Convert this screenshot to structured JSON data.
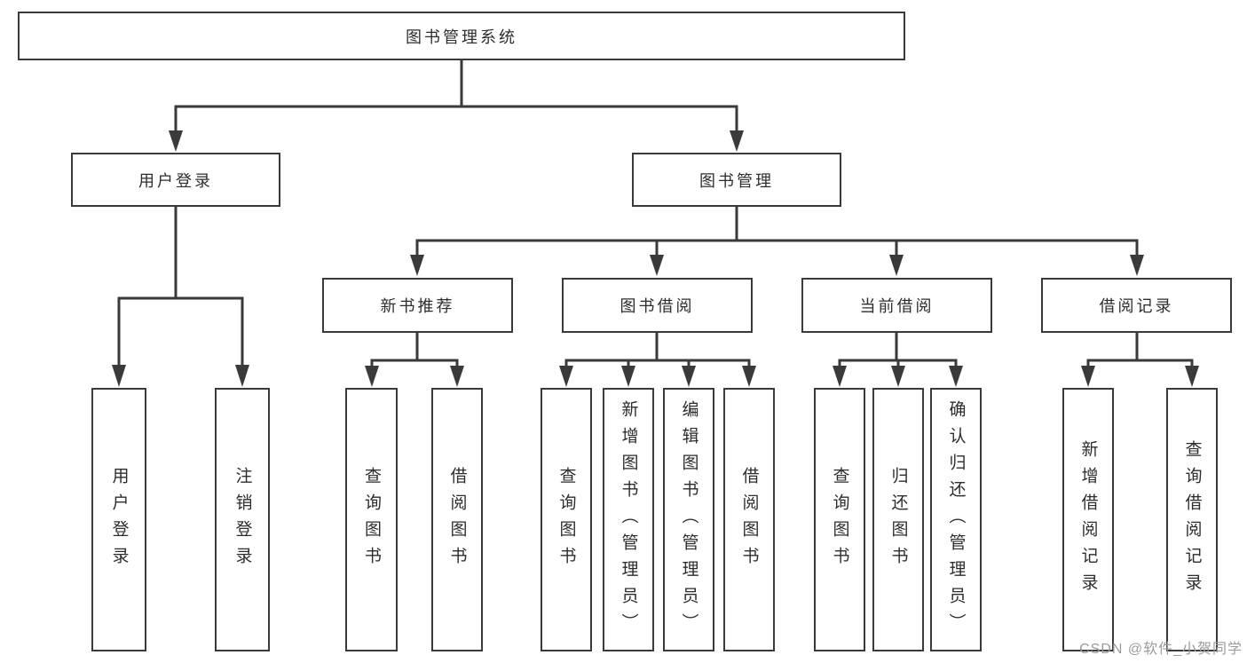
{
  "colors": {
    "background": "#ffffff",
    "line": "#3a3a3a",
    "box_border": "#3a3a3a",
    "text": "#2d2d2d",
    "watermark": "#9b9b9b"
  },
  "watermark": {
    "text": "CSDN @软件_小贺同学"
  },
  "tree": {
    "label": "图书管理系统",
    "children": [
      {
        "label": "用户登录",
        "children": [
          {
            "label": "用户登录"
          },
          {
            "label": "注销登录"
          }
        ]
      },
      {
        "label": "图书管理",
        "children": [
          {
            "label": "新书推荐",
            "children": [
              {
                "label": "查询图书"
              },
              {
                "label": "借阅图书"
              }
            ]
          },
          {
            "label": "图书借阅",
            "children": [
              {
                "label": "查询图书"
              },
              {
                "label": "新增图书（管理员）"
              },
              {
                "label": "编辑图书（管理员）"
              },
              {
                "label": "借阅图书"
              }
            ]
          },
          {
            "label": "当前借阅",
            "children": [
              {
                "label": "查询图书"
              },
              {
                "label": "归还图书"
              },
              {
                "label": "确认归还（管理员）"
              }
            ]
          },
          {
            "label": "借阅记录",
            "children": [
              {
                "label": "新增借阅记录"
              },
              {
                "label": "查询借阅记录"
              }
            ]
          }
        ]
      }
    ]
  }
}
